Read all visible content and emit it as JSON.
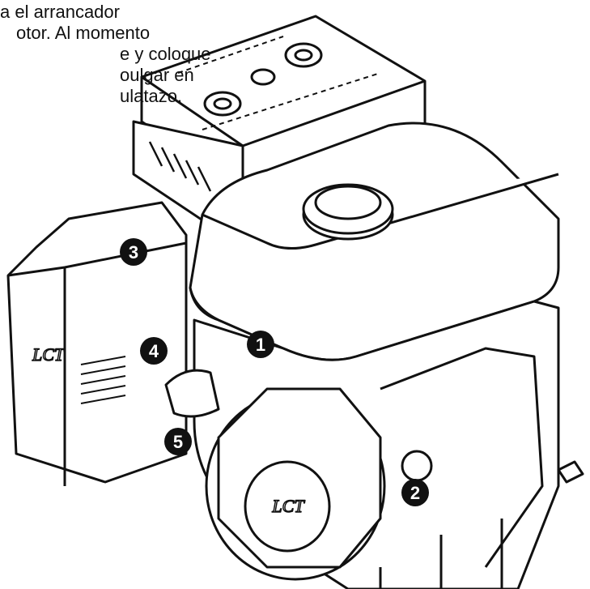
{
  "instructions_lines": [
    "a el arrancador",
    "otor. Al momento",
    "e y coloque",
    "oulgar en",
    "ulatazo."
  ],
  "callouts": [
    "1",
    "2",
    "3",
    "4",
    "5"
  ],
  "logos": [
    "LCT",
    "LCT"
  ]
}
